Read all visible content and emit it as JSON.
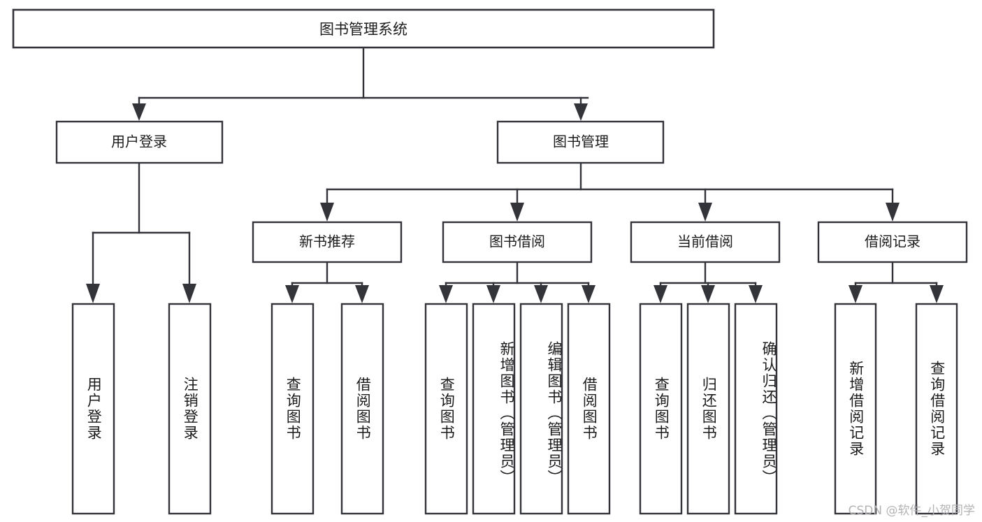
{
  "diagram": {
    "title": "图书管理系统",
    "type": "tree-hierarchy",
    "watermark": "CSDN @软件_小贺同学",
    "colors": {
      "stroke": "#33333a",
      "fill": "#ffffff",
      "text": "#1b1b1b",
      "watermark": "#b3b3b3",
      "background": "#ffffff"
    },
    "root": {
      "label": "图书管理系统"
    },
    "level2": [
      {
        "label": "用户登录"
      },
      {
        "label": "图书管理"
      }
    ],
    "level3": [
      {
        "label": "新书推荐"
      },
      {
        "label": "图书借阅"
      },
      {
        "label": "当前借阅"
      },
      {
        "label": "借阅记录"
      }
    ],
    "leaves": {
      "user_login": [
        {
          "label": "用户登录"
        },
        {
          "label": "注销登录"
        }
      ],
      "new_book_recommend": [
        {
          "label": "查询图书"
        },
        {
          "label": "借阅图书"
        }
      ],
      "book_borrow": [
        {
          "label": "查询图书"
        },
        {
          "label": "新增图书（管理员）"
        },
        {
          "label": "编辑图书（管理员）"
        },
        {
          "label": "借阅图书"
        }
      ],
      "current_borrow": [
        {
          "label": "查询图书"
        },
        {
          "label": "归还图书"
        },
        {
          "label": "确认归还（管理员）"
        }
      ],
      "borrow_record": [
        {
          "label": "新增借阅记录"
        },
        {
          "label": "查询借阅记录"
        }
      ]
    }
  }
}
